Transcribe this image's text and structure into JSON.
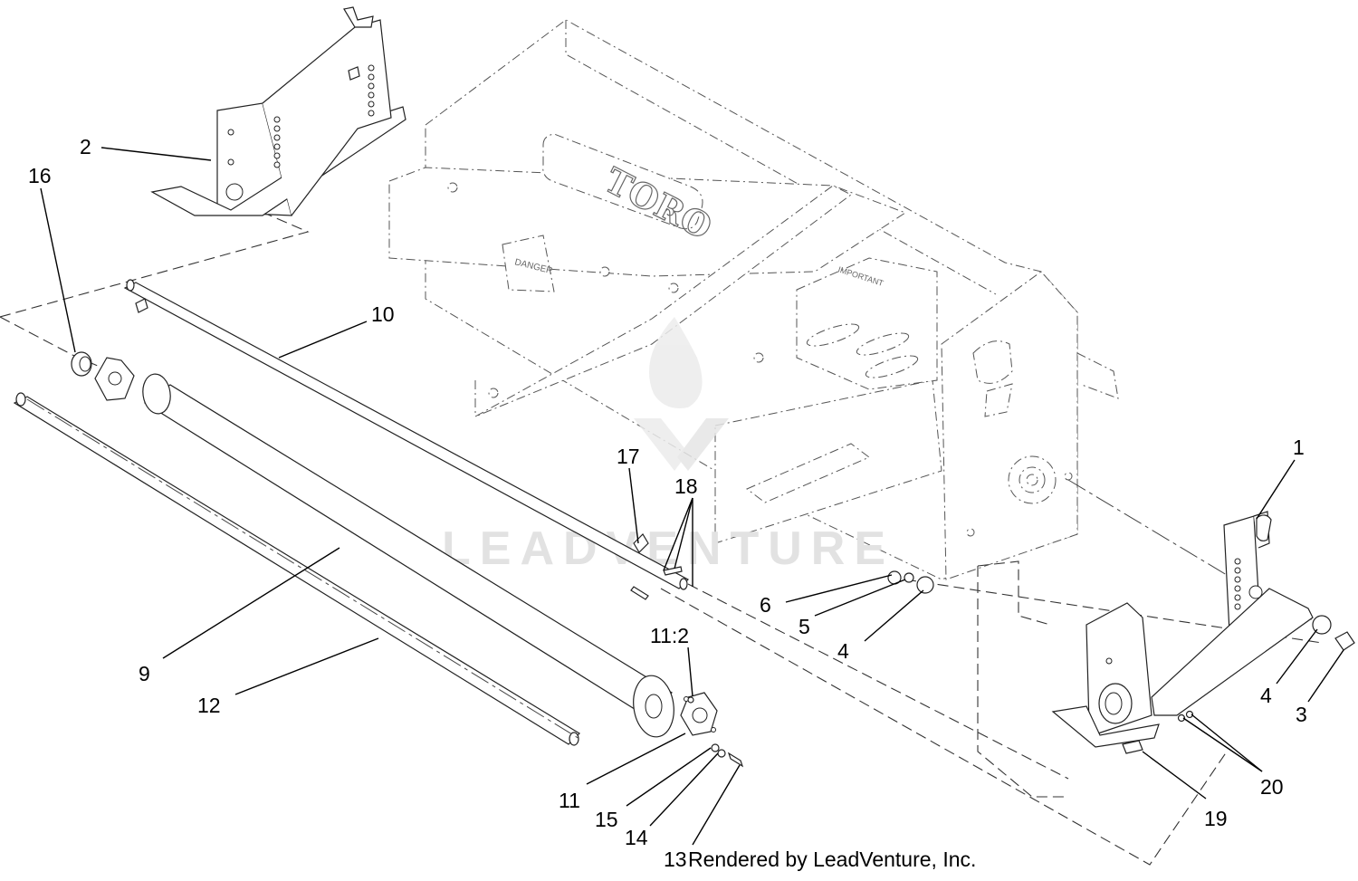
{
  "callouts": [
    {
      "id": "1",
      "text": "1"
    },
    {
      "id": "2",
      "text": "2"
    },
    {
      "id": "3",
      "text": "3"
    },
    {
      "id": "4a",
      "text": "4"
    },
    {
      "id": "4b",
      "text": "4"
    },
    {
      "id": "5",
      "text": "5"
    },
    {
      "id": "6",
      "text": "6"
    },
    {
      "id": "9",
      "text": "9"
    },
    {
      "id": "10",
      "text": "10"
    },
    {
      "id": "11",
      "text": "11"
    },
    {
      "id": "11-2",
      "text": "11:2"
    },
    {
      "id": "12",
      "text": "12"
    },
    {
      "id": "13",
      "text": "13"
    },
    {
      "id": "14",
      "text": "14"
    },
    {
      "id": "15",
      "text": "15"
    },
    {
      "id": "16",
      "text": "16"
    },
    {
      "id": "17",
      "text": "17"
    },
    {
      "id": "18",
      "text": "18"
    },
    {
      "id": "19",
      "text": "19"
    },
    {
      "id": "20",
      "text": "20"
    }
  ],
  "decals": {
    "brand_logo": "TORO",
    "danger_decal": "DANGER",
    "important_decal": "IMPORTANT"
  },
  "watermark": {
    "text": "LEADVENTURE",
    "logo": "flame-v-logo"
  },
  "credit": "Rendered by LeadVenture, Inc."
}
